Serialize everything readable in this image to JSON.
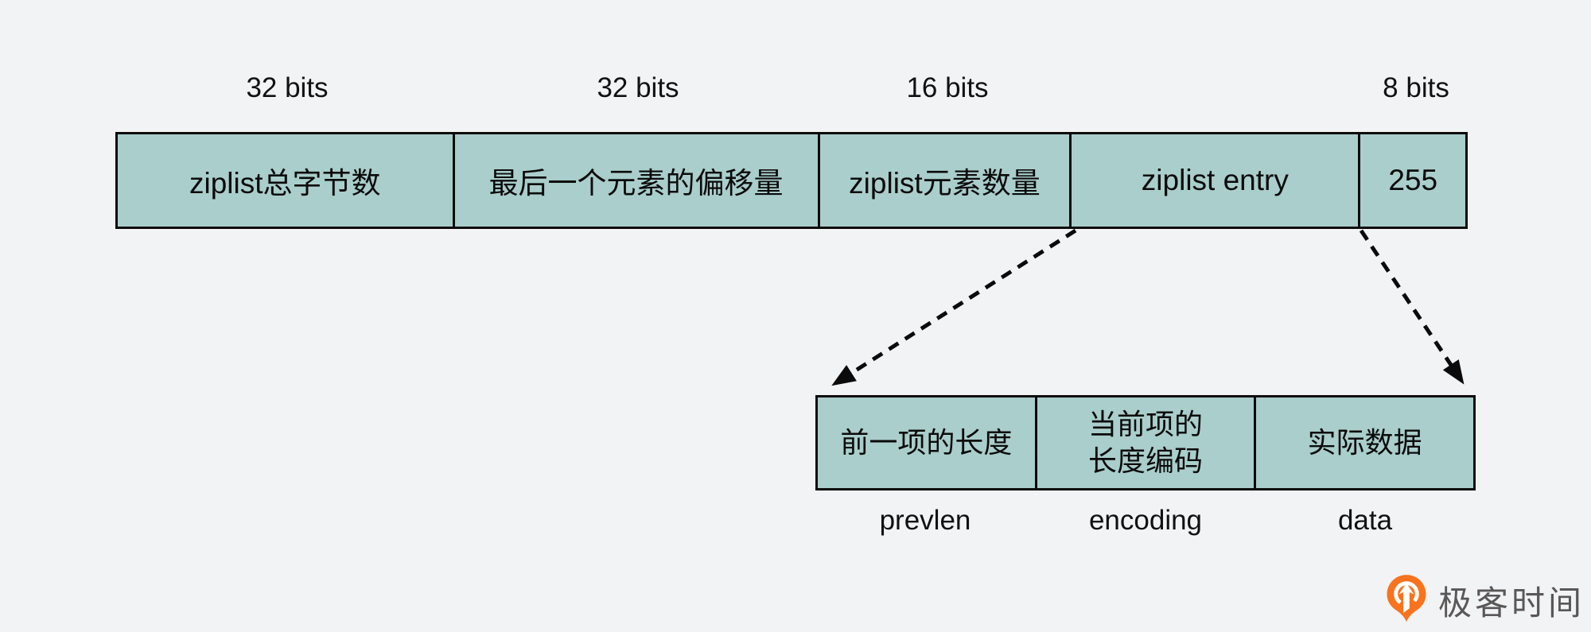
{
  "colors": {
    "background": "#f2f3f4",
    "cell_fill": "#a9cecb",
    "line_color": "#0b0b0b",
    "logo_orange": "#f8731d",
    "logo_text_color": "#595757"
  },
  "ziplist_row": {
    "cells": [
      {
        "bits": "32 bits",
        "label": "ziplist总字节数"
      },
      {
        "bits": "32 bits",
        "label": "最后一个元素的偏移量"
      },
      {
        "bits": "16 bits",
        "label": "ziplist元素数量"
      },
      {
        "bits": "",
        "label": "ziplist entry"
      },
      {
        "bits": "8 bits",
        "label": "255"
      }
    ]
  },
  "entry_row": {
    "cells": [
      {
        "line1": "前一项的长度",
        "line2": "",
        "sublabel": "prevlen"
      },
      {
        "line1": "当前项的",
        "line2": "长度编码",
        "sublabel": "encoding"
      },
      {
        "line1": "实际数据",
        "line2": "",
        "sublabel": "data"
      }
    ]
  },
  "logo": {
    "text": "极客时间",
    "icon": "geektime-logo-icon"
  }
}
